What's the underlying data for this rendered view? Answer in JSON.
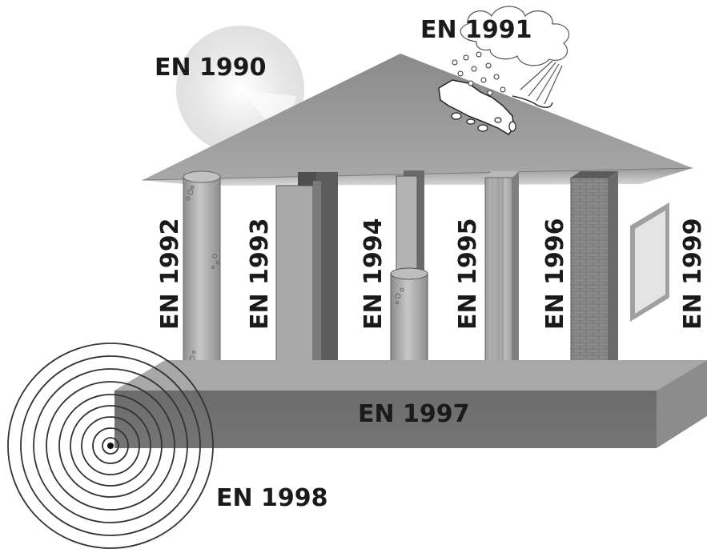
{
  "diagram": {
    "labels": {
      "sun": "EN 1990",
      "weather": "EN 1991",
      "concrete": "EN 1992",
      "steel": "EN 1993",
      "composite": "EN 1994",
      "timber": "EN 1995",
      "masonry": "EN 1996",
      "foundation": "EN 1997",
      "seismic": "EN 1998",
      "window": "EN 1999"
    }
  }
}
